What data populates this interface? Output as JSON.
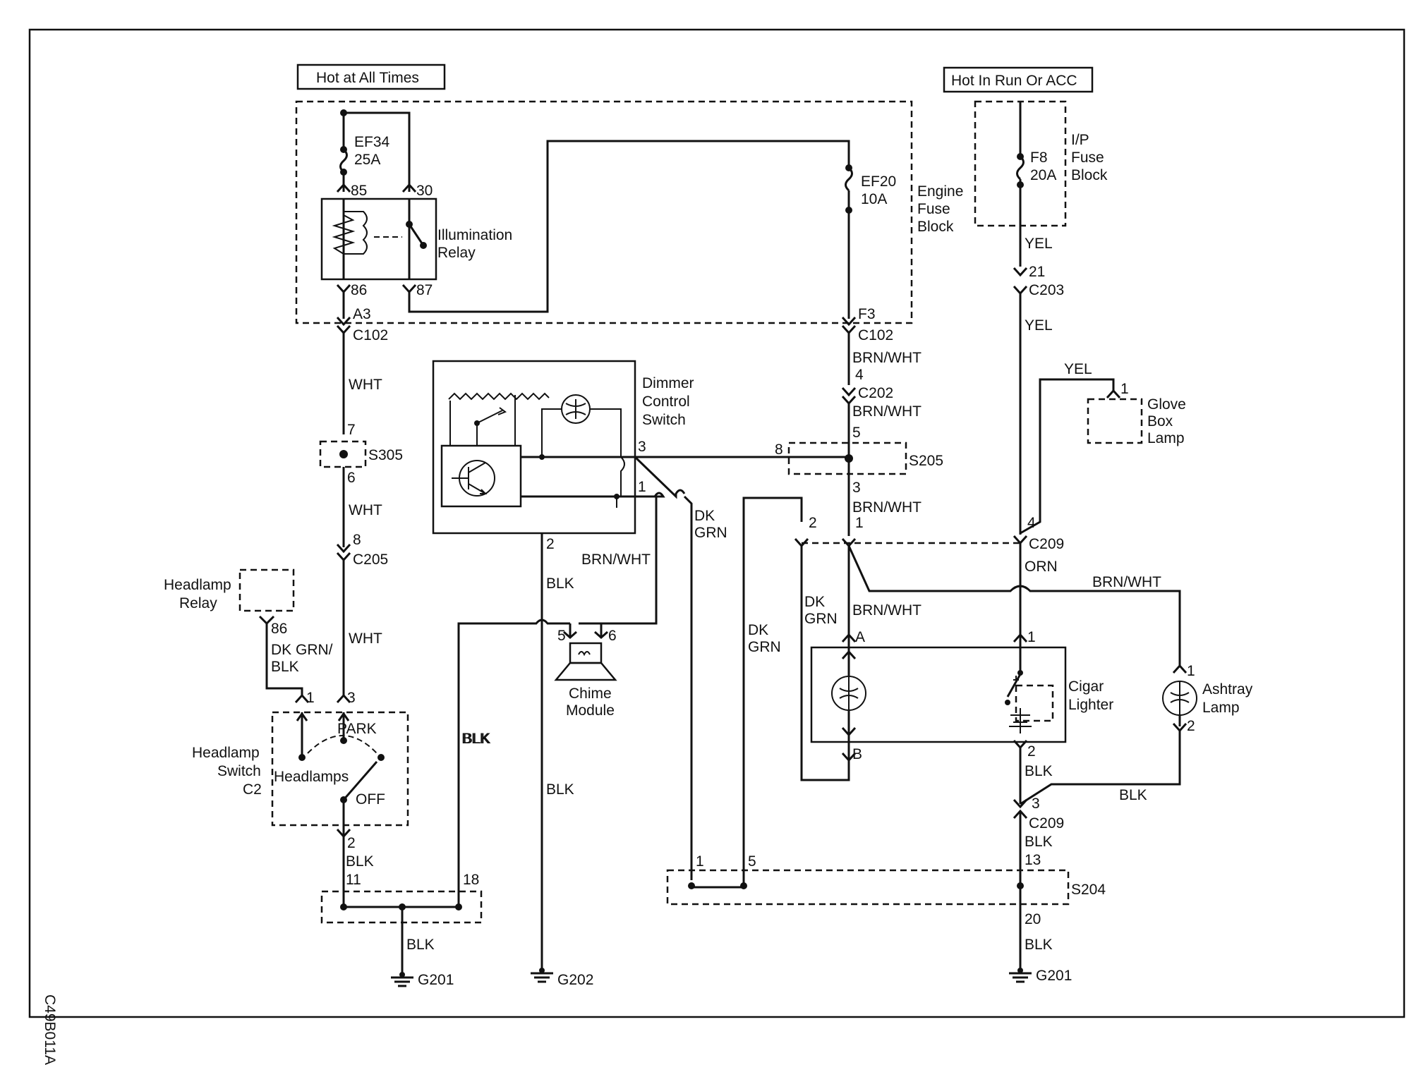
{
  "figure_id": "C49B011A",
  "headers": {
    "hot_always": "Hot at All Times",
    "hot_run_acc": "Hot In Run Or ACC"
  },
  "blocks": {
    "engine_fuse_block": [
      "Engine",
      "Fuse",
      "Block"
    ],
    "ip_fuse_block": [
      "I/P",
      "Fuse",
      "Block"
    ]
  },
  "fuses": {
    "ef34": [
      "EF34",
      "25A"
    ],
    "ef20": [
      "EF20",
      "10A"
    ],
    "f8": [
      "F8",
      "20A"
    ]
  },
  "components": {
    "illumination_relay": [
      "Illumination",
      "Relay"
    ],
    "dimmer_control_switch": [
      "Dimmer",
      "Control",
      "Switch"
    ],
    "glove_box_lamp": [
      "Glove",
      "Box",
      "Lamp"
    ],
    "headlamp_relay": [
      "Headlamp",
      "Relay"
    ],
    "chime_module": [
      "Chime",
      "Module"
    ],
    "cigar_lighter": [
      "Cigar",
      "Lighter"
    ],
    "ashtray_lamp": [
      "Ashtray",
      "Lamp"
    ],
    "headlamp_switch": [
      "Headlamp",
      "Switch",
      "C2"
    ],
    "switch_positions": {
      "park": "PARK",
      "headlamps": "Headlamps",
      "off": "OFF"
    }
  },
  "connectors": {
    "c102": "C102",
    "c202": "C202",
    "c203": "C203",
    "c205": "C205",
    "c209": "C209",
    "c209_lower": "C209"
  },
  "splices": {
    "s305": "S305",
    "s205": "S205",
    "s204": "S204"
  },
  "grounds": {
    "g201_left": "G201",
    "g202": "G202",
    "g201_right": "G201"
  },
  "pins": {
    "relay_85": "85",
    "relay_30": "30",
    "relay_86": "86",
    "relay_87": "87",
    "a3": "A3",
    "f3": "F3",
    "c203_21": "21",
    "c202_4": "4",
    "c202_5": "5",
    "s305_7": "7",
    "s305_6": "6",
    "c205_8": "8",
    "dim_3": "3",
    "dim_1": "1",
    "dim_2": "2",
    "s205_8": "8",
    "s205_3": "3",
    "c209_1": "1",
    "c209_2": "2",
    "c209_4": "4",
    "glove_1": "1",
    "hr_86": "86",
    "hs_1": "1",
    "hs_3": "3",
    "hs_2": "2",
    "chime_5": "5",
    "chime_6": "6",
    "lamp_a": "A",
    "lamp_b": "B",
    "lighter_1": "1",
    "lighter_2": "2",
    "ash_1": "1",
    "ash_2": "2",
    "c209_3": "3",
    "g_11": "11",
    "g_18": "18",
    "s204_1": "1",
    "s204_5": "5",
    "s204_13": "13",
    "s204_20": "20"
  },
  "wires": {
    "yel_1": "YEL",
    "yel_2": "YEL",
    "yel_glove": "YEL",
    "brnwht_1": "BRN/WHT",
    "brnwht_2": "BRN/WHT",
    "brnwht_3": "BRN/WHT",
    "brnwht_dim": "BRN/WHT",
    "brnwht_lamp": "BRN/WHT",
    "brnwht_ash": "BRN/WHT",
    "wht_1": "WHT",
    "wht_2": "WHT",
    "wht_3": "WHT",
    "dkgrn_dim": [
      "DK",
      "GRN"
    ],
    "dkgrn_lamp": [
      "DK",
      "GRN"
    ],
    "dkgrn_s204": [
      "DK",
      "GRN"
    ],
    "dkgrnblk": [
      "DK GRN/",
      "BLK"
    ],
    "orn": "ORN",
    "blk_dim": "BLK",
    "blk_g202": "BLK",
    "blk_chime": "BLK",
    "blk_hs": "BLK",
    "blk_g201": "BLK",
    "blk_lighter": "BLK",
    "blk_ash": "BLK",
    "blk_c209": "BLK",
    "blk_g201r": "BLK"
  }
}
